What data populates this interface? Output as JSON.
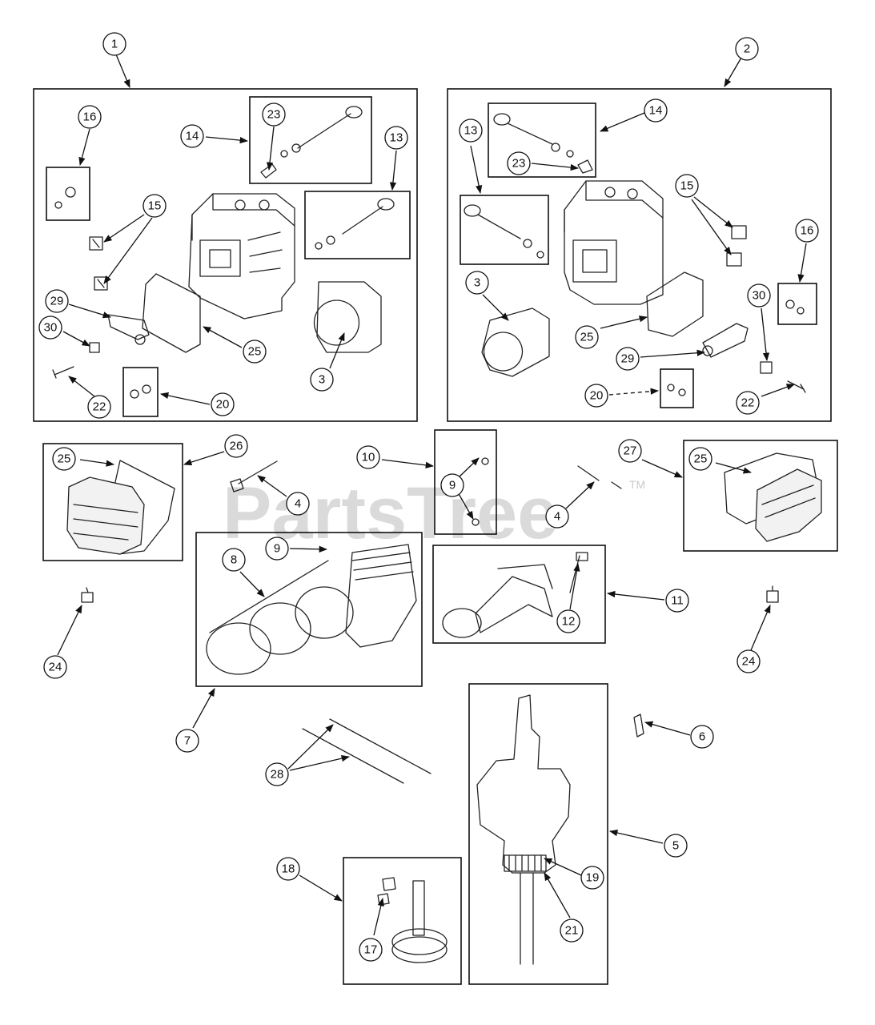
{
  "watermark": {
    "text": "PartsTree",
    "trademark": "TM"
  },
  "callouts": {
    "c1": "1",
    "c2": "2",
    "l16": "16",
    "l14": "14",
    "l23": "23",
    "l13": "13",
    "l15": "15",
    "l29": "29",
    "l30": "30",
    "l22": "22",
    "l20": "20",
    "l25": "25",
    "l3": "3",
    "r14": "14",
    "r13": "13",
    "r23": "23",
    "r15": "15",
    "r16": "16",
    "r3": "3",
    "r30": "30",
    "r25": "25",
    "r29": "29",
    "r20": "20",
    "r22": "22",
    "m25a": "25",
    "m26": "26",
    "m4a": "4",
    "m10": "10",
    "m9a": "9",
    "m4b": "4",
    "m27": "27",
    "m25b": "25",
    "m9b": "9",
    "m8": "8",
    "m11": "11",
    "m12": "12",
    "m24a": "24",
    "m24b": "24",
    "m7": "7",
    "m6": "6",
    "m28": "28",
    "m5": "5",
    "m19": "19",
    "m18": "18",
    "m21": "21",
    "m17": "17"
  }
}
